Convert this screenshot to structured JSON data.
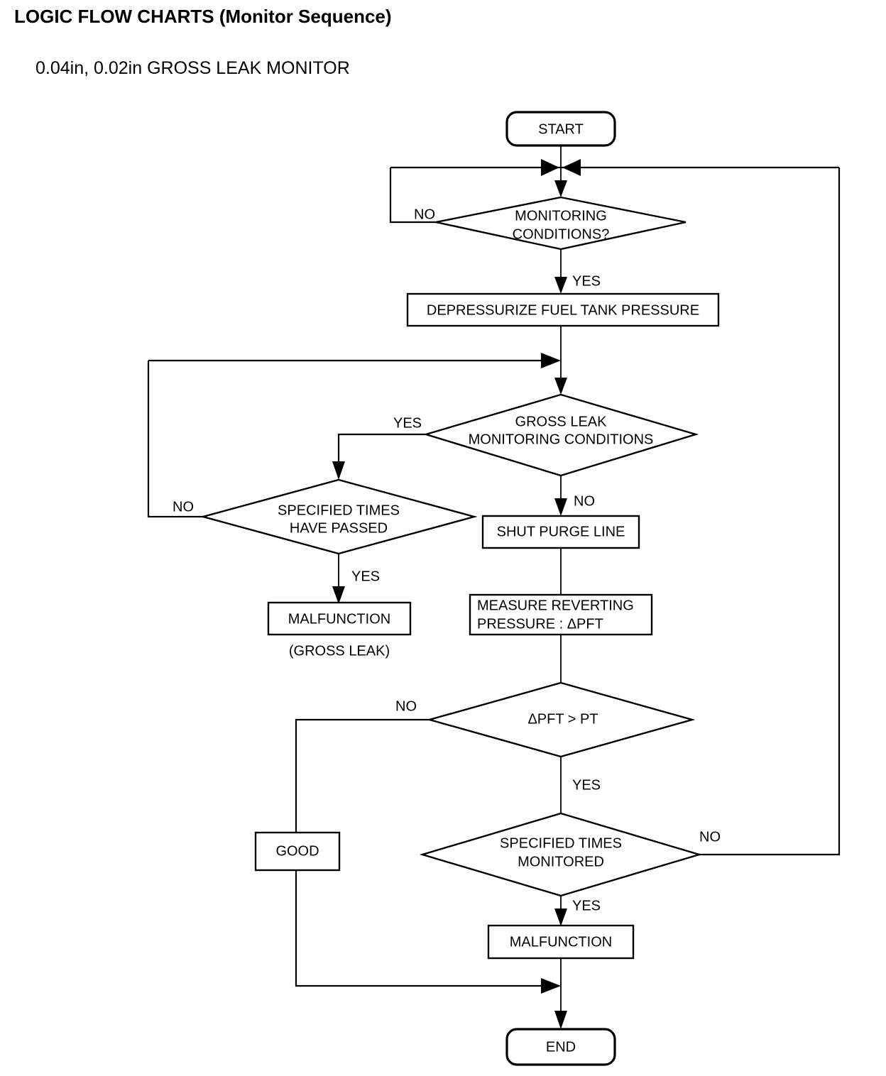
{
  "header": {
    "title": "LOGIC FLOW CHARTS (Monitor Sequence)",
    "subtitle": "0.04in, 0.02in GROSS LEAK MONITOR"
  },
  "colors": {
    "line": "#000000",
    "fill": "#ffffff",
    "text": "#000000"
  },
  "chart_data": {
    "type": "diagram",
    "title": "0.04in, 0.02in GROSS LEAK MONITOR",
    "nodes": [
      {
        "id": "start",
        "kind": "terminator",
        "label": "START"
      },
      {
        "id": "monitoring_conditions",
        "kind": "decision",
        "label_line1": "MONITORING",
        "label_line2": "CONDITIONS?"
      },
      {
        "id": "depressurize",
        "kind": "process",
        "label": "DEPRESSURIZE FUEL TANK PRESSURE"
      },
      {
        "id": "gross_leak_conditions",
        "kind": "decision",
        "label_line1": "GROSS LEAK",
        "label_line2": "MONITORING CONDITIONS"
      },
      {
        "id": "specified_times_passed",
        "kind": "decision",
        "label_line1": "SPECIFIED TIMES",
        "label_line2": "HAVE PASSED"
      },
      {
        "id": "malfunction_gross_leak",
        "kind": "process",
        "label": "MALFUNCTION",
        "caption": "(GROSS LEAK)"
      },
      {
        "id": "shut_purge_line",
        "kind": "process",
        "label": "SHUT PURGE LINE"
      },
      {
        "id": "measure_reverting",
        "kind": "process",
        "label_line1": "MEASURE REVERTING",
        "label_line2": "PRESSURE : ΔPFT"
      },
      {
        "id": "dpft_gt_pt",
        "kind": "decision",
        "label": "ΔPFT > PT"
      },
      {
        "id": "good",
        "kind": "process",
        "label": "GOOD"
      },
      {
        "id": "specified_times_monitored",
        "kind": "decision",
        "label_line1": "SPECIFIED TIMES",
        "label_line2": "MONITORED"
      },
      {
        "id": "malfunction",
        "kind": "process",
        "label": "MALFUNCTION"
      },
      {
        "id": "end",
        "kind": "terminator",
        "label": "END"
      }
    ],
    "edges": [
      {
        "from": "start",
        "to": "monitoring_conditions",
        "label": ""
      },
      {
        "from": "monitoring_conditions",
        "to": "monitoring_conditions",
        "label": "NO"
      },
      {
        "from": "monitoring_conditions",
        "to": "depressurize",
        "label": "YES"
      },
      {
        "from": "depressurize",
        "to": "gross_leak_conditions",
        "label": ""
      },
      {
        "from": "gross_leak_conditions",
        "to": "specified_times_passed",
        "label": "YES"
      },
      {
        "from": "gross_leak_conditions",
        "to": "shut_purge_line",
        "label": "NO"
      },
      {
        "from": "specified_times_passed",
        "to": "gross_leak_conditions",
        "label": "NO"
      },
      {
        "from": "specified_times_passed",
        "to": "malfunction_gross_leak",
        "label": "YES"
      },
      {
        "from": "shut_purge_line",
        "to": "measure_reverting",
        "label": ""
      },
      {
        "from": "measure_reverting",
        "to": "dpft_gt_pt",
        "label": ""
      },
      {
        "from": "dpft_gt_pt",
        "to": "good",
        "label": "NO"
      },
      {
        "from": "dpft_gt_pt",
        "to": "specified_times_monitored",
        "label": "YES"
      },
      {
        "from": "specified_times_monitored",
        "to": "monitoring_conditions",
        "label": "NO"
      },
      {
        "from": "specified_times_monitored",
        "to": "malfunction",
        "label": "YES"
      },
      {
        "from": "malfunction",
        "to": "end",
        "label": ""
      },
      {
        "from": "good",
        "to": "end",
        "label": ""
      }
    ],
    "edge_labels": {
      "monitoring_no": "NO",
      "monitoring_yes": "YES",
      "gross_leak_yes": "YES",
      "gross_leak_no": "NO",
      "specified_passed_no": "NO",
      "specified_passed_yes": "YES",
      "dpft_no": "NO",
      "dpft_yes": "YES",
      "monitored_no": "NO",
      "monitored_yes": "YES"
    }
  },
  "nodes": {
    "start": {
      "label": "START"
    },
    "monitoring_conditions": {
      "line1": "MONITORING",
      "line2": "CONDITIONS?"
    },
    "depressurize": {
      "label": "DEPRESSURIZE FUEL TANK PRESSURE"
    },
    "gross_leak_conditions": {
      "line1": "GROSS LEAK",
      "line2": "MONITORING CONDITIONS"
    },
    "specified_times_passed": {
      "line1": "SPECIFIED TIMES",
      "line2": "HAVE PASSED"
    },
    "malfunction_gross_leak": {
      "label": "MALFUNCTION",
      "caption": "(GROSS LEAK)"
    },
    "shut_purge_line": {
      "label": "SHUT PURGE LINE"
    },
    "measure_reverting": {
      "line1": "MEASURE REVERTING",
      "line2": "PRESSURE : ΔPFT"
    },
    "dpft_gt_pt": {
      "label": "ΔPFT > PT"
    },
    "good": {
      "label": "GOOD"
    },
    "specified_times_monitored": {
      "line1": "SPECIFIED TIMES",
      "line2": "MONITORED"
    },
    "malfunction": {
      "label": "MALFUNCTION"
    },
    "end": {
      "label": "END"
    }
  },
  "labels": {
    "monitoring_no": "NO",
    "monitoring_yes": "YES",
    "gross_leak_yes": "YES",
    "gross_leak_no": "NO",
    "specified_passed_no": "NO",
    "specified_passed_yes": "YES",
    "dpft_no": "NO",
    "dpft_yes": "YES",
    "monitored_no": "NO",
    "monitored_yes": "YES"
  }
}
